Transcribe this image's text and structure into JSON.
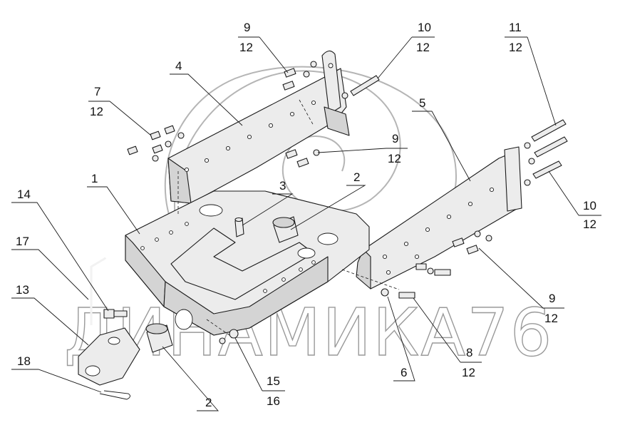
{
  "watermark": {
    "text": "ДИНАМИКА76"
  },
  "callouts": {
    "c1": "1",
    "c2a": "2",
    "c2b": "2",
    "c3": "3",
    "c4": "4",
    "c5": "5",
    "c6": "6",
    "c7_top": "7",
    "c7_bottom": "12",
    "c8_top": "8",
    "c8_bottom": "12",
    "c9a_top": "9",
    "c9a_bottom": "12",
    "c9b_top": "9",
    "c9b_bottom": "12",
    "c9c_top": "9",
    "c9c_bottom": "12",
    "c10a_top": "10",
    "c10a_bottom": "12",
    "c10b_top": "10",
    "c10b_bottom": "12",
    "c11_top": "11",
    "c11_bottom": "12",
    "c13": "13",
    "c14": "14",
    "c15_top": "15",
    "c15_bottom": "16",
    "c17": "17",
    "c18": "18"
  }
}
